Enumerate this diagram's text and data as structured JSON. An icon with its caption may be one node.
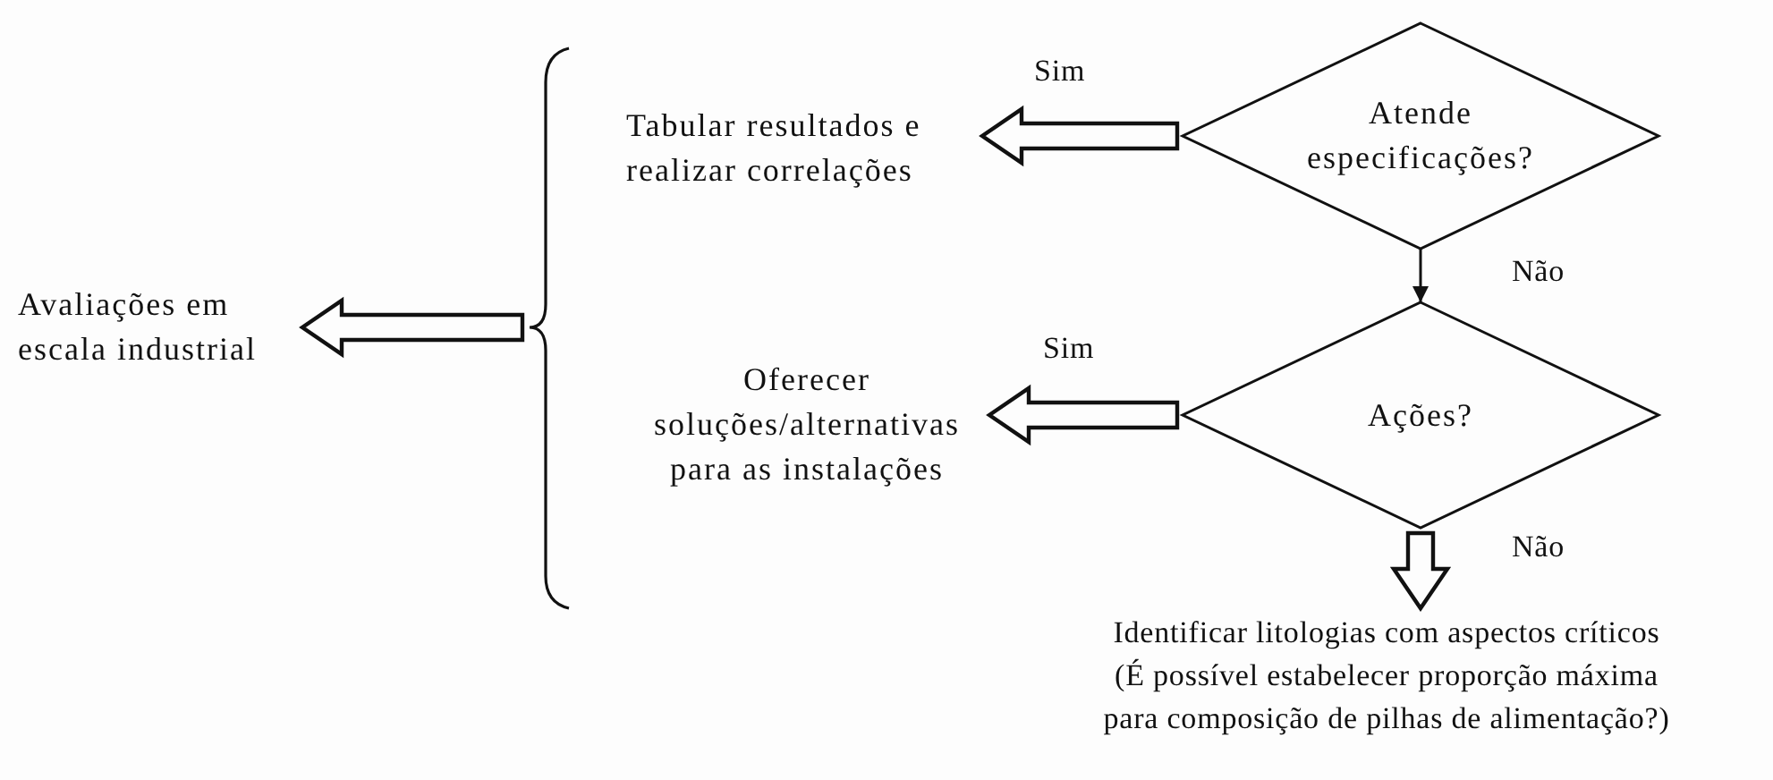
{
  "diagram": {
    "nodes": [
      {
        "text": [
          "Avaliações em escala industrial"
        ]
      },
      {
        "text": [
          "Tabular resultados e realizar correlações"
        ]
      },
      {
        "text": [
          "Oferecer soluções/alternativas para as instalações"
        ]
      },
      {
        "text": [
          "Atende especificações?"
        ]
      },
      {
        "text": [
          "Ações?"
        ]
      },
      {
        "text": [
          "Identificar litologias com aspectos críticos (É possível estabelecer proporção máxima para composição de pilhas de alimentação?)"
        ]
      }
    ],
    "edges": [
      {
        "from": 3,
        "to": 1,
        "arrow": "to",
        "label": "Sim",
        "style": "thick"
      },
      {
        "from": 3,
        "to": 4,
        "arrow": "to",
        "label": "Não"
      },
      {
        "from": 4,
        "to": 2,
        "arrow": "to",
        "label": "Sim",
        "style": "thick"
      },
      {
        "from": 4,
        "to": 5,
        "arrow": "to",
        "label": "Não",
        "style": "thick"
      },
      {
        "from": 1,
        "to": 0,
        "arrow": "to",
        "style": "thick"
      },
      {
        "from": 2,
        "to": 0,
        "arrow": "to",
        "style": "thick"
      }
    ]
  }
}
